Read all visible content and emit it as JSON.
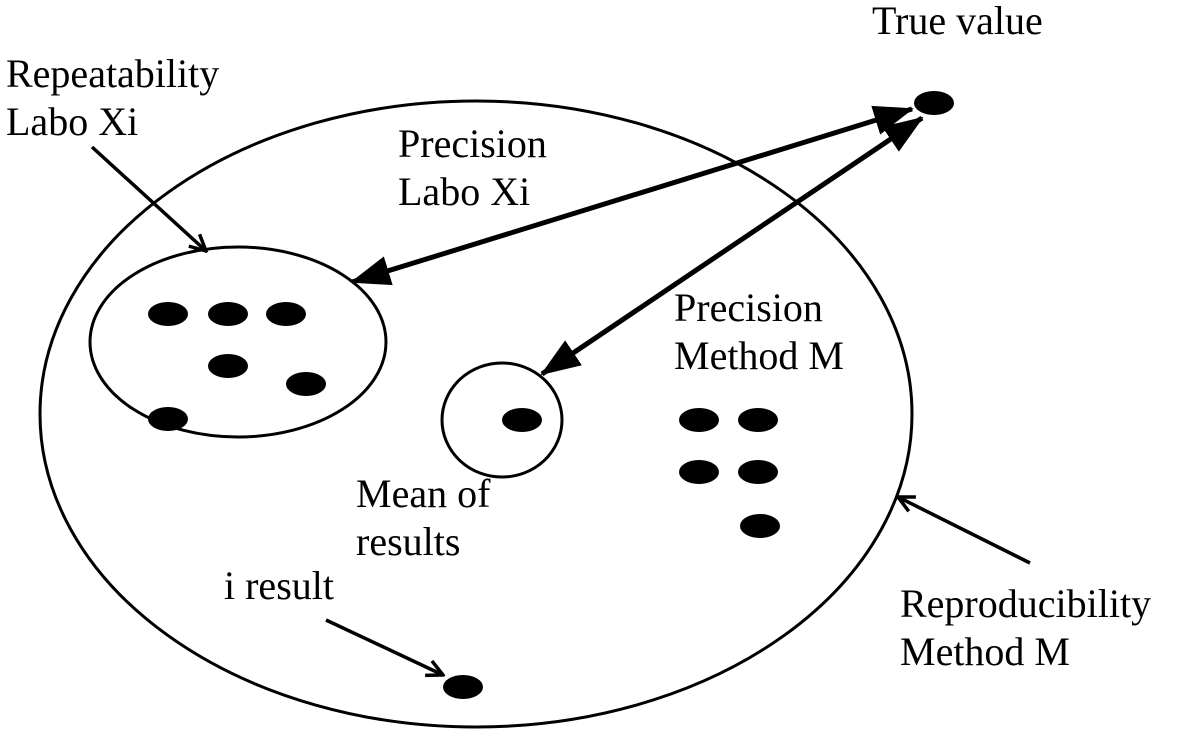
{
  "labels": {
    "true_value": "True value",
    "repeatability": [
      "Repeatability",
      "Labo Xi"
    ],
    "precision_labo": [
      "Precision",
      "Labo Xi"
    ],
    "precision_method": [
      "Precision",
      "Method M"
    ],
    "mean_of_results": [
      "Mean of",
      "results"
    ],
    "i_result": "i result",
    "reproducibility": [
      "Reproducibility",
      "Method M"
    ]
  },
  "colors": {
    "ink": "#000000",
    "background": "#ffffff"
  }
}
